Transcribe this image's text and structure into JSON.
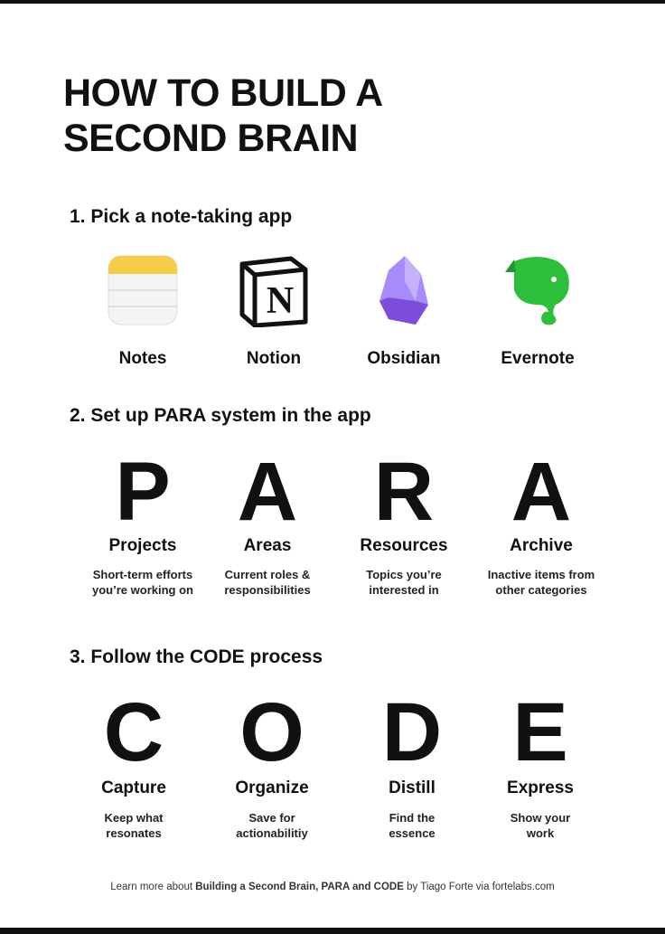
{
  "title_line1": "HOW TO BUILD A",
  "title_line2": "SECOND BRAIN",
  "step1": {
    "heading": "1. Pick a note-taking app",
    "apps": [
      {
        "name": "Notes"
      },
      {
        "name": "Notion",
        "logo_letter": "N"
      },
      {
        "name": "Obsidian"
      },
      {
        "name": "Evernote"
      }
    ]
  },
  "step2": {
    "heading": "2. Set up PARA system in the app",
    "items": [
      {
        "letter": "P",
        "name": "Projects",
        "desc1": "Short-term efforts",
        "desc2": "you’re working on"
      },
      {
        "letter": "A",
        "name": "Areas",
        "desc1": "Current roles &",
        "desc2": "responsibilities"
      },
      {
        "letter": "R",
        "name": "Resources",
        "desc1": "Topics you’re",
        "desc2": "interested in"
      },
      {
        "letter": "A",
        "name": "Archive",
        "desc1": "Inactive items from",
        "desc2": "other categories"
      }
    ]
  },
  "step3": {
    "heading": "3. Follow the CODE process",
    "items": [
      {
        "letter": "C",
        "name": "Capture",
        "desc1": "Keep what",
        "desc2": "resonates"
      },
      {
        "letter": "O",
        "name": "Organize",
        "desc1": "Save for",
        "desc2": "actionabilitiy"
      },
      {
        "letter": "D",
        "name": "Distill",
        "desc1": "Find the",
        "desc2": "essence"
      },
      {
        "letter": "E",
        "name": "Express",
        "desc1": "Show your",
        "desc2": "work"
      }
    ]
  },
  "footer": {
    "pre": "Learn more about ",
    "bold": "Building a Second Brain, PARA and CODE",
    "post": " by Tiago Forte via fortelabs.com"
  },
  "colors": {
    "notes_yellow": "#f5cd47",
    "evernote_green": "#2dbe3c",
    "obsidian_purple": "#8a5cf5"
  }
}
